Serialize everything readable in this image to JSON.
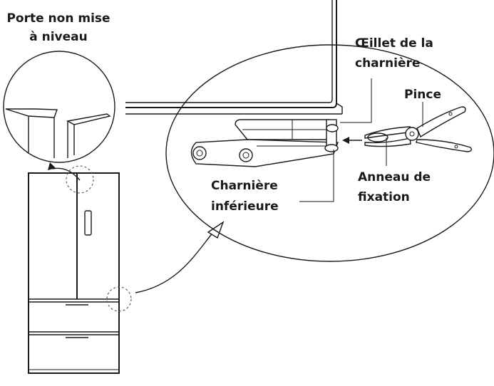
{
  "labels": {
    "door_not_level_line1": "Porte non mise",
    "door_not_level_line2": "à niveau",
    "hinge_eyelet_line1": "Œillet de la",
    "hinge_eyelet_line2": "charnière",
    "pliers": "Pince",
    "fixing_ring_line1": "Anneau de",
    "fixing_ring_line2": "fixation",
    "lower_hinge_line1": "Charnière",
    "lower_hinge_line2": "inférieure"
  },
  "colors": {
    "ink": "#1a1a1a",
    "background": "#ffffff"
  }
}
